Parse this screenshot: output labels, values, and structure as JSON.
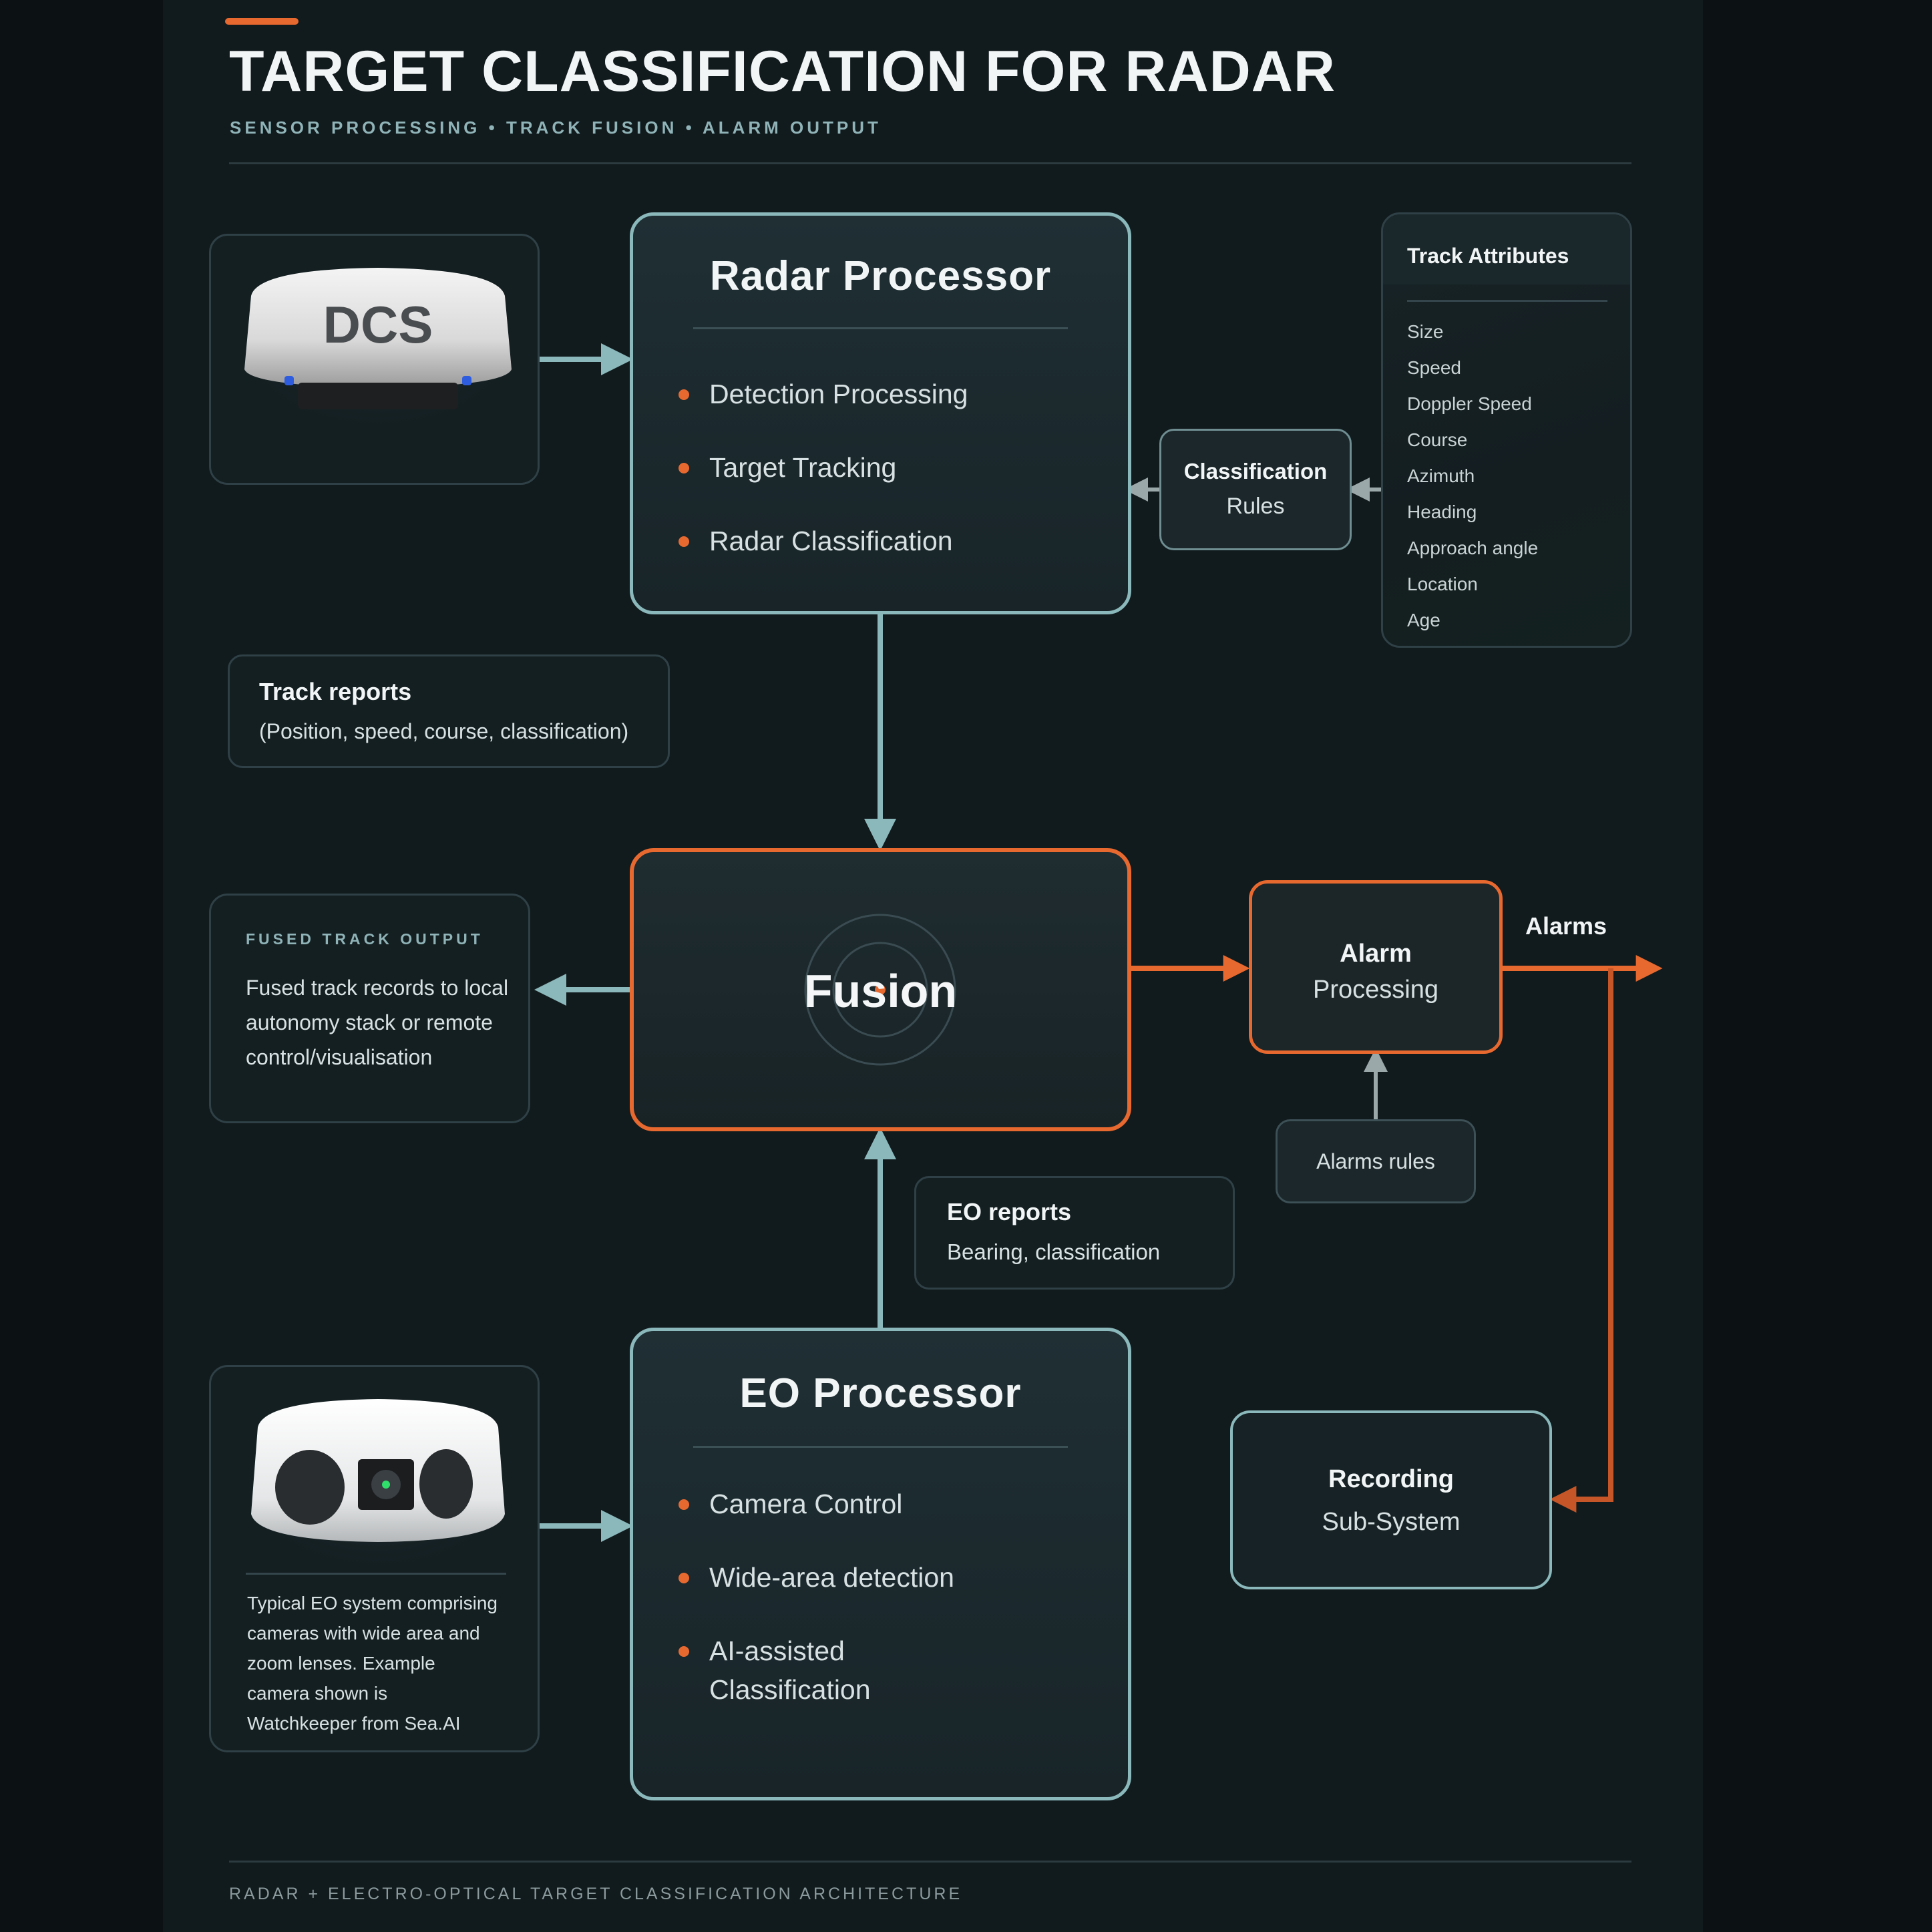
{
  "header": {
    "title": "TARGET CLASSIFICATION FOR RADAR",
    "subtitle": "SENSOR PROCESSING • TRACK FUSION • ALARM OUTPUT"
  },
  "radar_processor": {
    "title": "Radar Processor",
    "items": [
      "Detection Processing",
      "Target Tracking",
      "Radar Classification"
    ]
  },
  "classification_rules": {
    "line1": "Classification",
    "line2": "Rules"
  },
  "track_attributes": {
    "title": "Track Attributes",
    "items": [
      "Size",
      "Speed",
      "Doppler Speed",
      "Course",
      "Azimuth",
      "Heading",
      "Approach angle",
      "Location",
      "Age"
    ]
  },
  "track_reports": {
    "title": "Track reports",
    "detail": "(Position, speed, course, classification)"
  },
  "fusion": {
    "title": "Fusion"
  },
  "fused_output": {
    "label": "FUSED TRACK OUTPUT",
    "line1": "Fused track records to local",
    "line2": "autonomy stack or remote",
    "line3": "control/visualisation"
  },
  "alarm_processing": {
    "line1": "Alarm",
    "line2": "Processing"
  },
  "alarms_label": "Alarms",
  "alarms_rules": "Alarms rules",
  "eo_reports": {
    "title": "EO reports",
    "detail": "Bearing, classification"
  },
  "eo_processor": {
    "title": "EO Processor",
    "items": [
      "Camera Control",
      "Wide-area detection",
      "AI-assisted",
      "Classification"
    ]
  },
  "eo_caption": {
    "lines": [
      "Typical EO system comprising",
      "cameras with wide area and",
      "zoom lenses. Example",
      "camera shown is",
      "Watchkeeper from Sea.AI"
    ]
  },
  "recording": {
    "line1": "Recording",
    "line2": "Sub-System"
  },
  "footer": "RADAR + ELECTRO-OPTICAL TARGET CLASSIFICATION ARCHITECTURE",
  "colors": {
    "accent": "#e8692f",
    "teal": "#8ab8bb",
    "background": "#111a1d"
  },
  "device_logos": {
    "radar_dome": "DCS"
  }
}
